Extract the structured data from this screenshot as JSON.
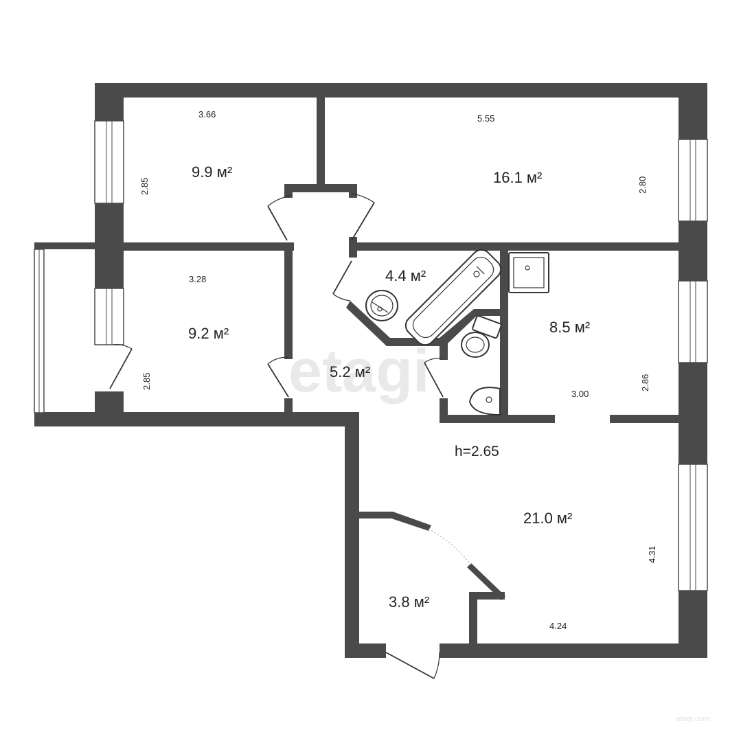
{
  "rooms": [
    {
      "id": "room-top-left",
      "area": "9.9 м²",
      "width": "3.66",
      "depth": "2.85"
    },
    {
      "id": "room-top-right",
      "area": "16.1 м²",
      "width": "5.55",
      "depth": "2.80"
    },
    {
      "id": "room-left",
      "area": "9.2 м²",
      "width": "3.28",
      "depth": "2.85"
    },
    {
      "id": "bathroom",
      "area": "4.4 м²"
    },
    {
      "id": "hall",
      "area": "5.2 м²"
    },
    {
      "id": "kitchen",
      "area": "8.5 м²",
      "width": "3.00",
      "depth": "2.86"
    },
    {
      "id": "living-room",
      "area": "21.0 м²",
      "width": "4.24",
      "depth": "4.31"
    },
    {
      "id": "storage",
      "area": "3.8 м²"
    }
  ],
  "ceiling_height": "h=2.65",
  "watermark": "etagi",
  "watermark_small": "etagi.com",
  "colors": {
    "wall": "#4a4a4a",
    "background": "#ffffff",
    "text": "#222222"
  }
}
